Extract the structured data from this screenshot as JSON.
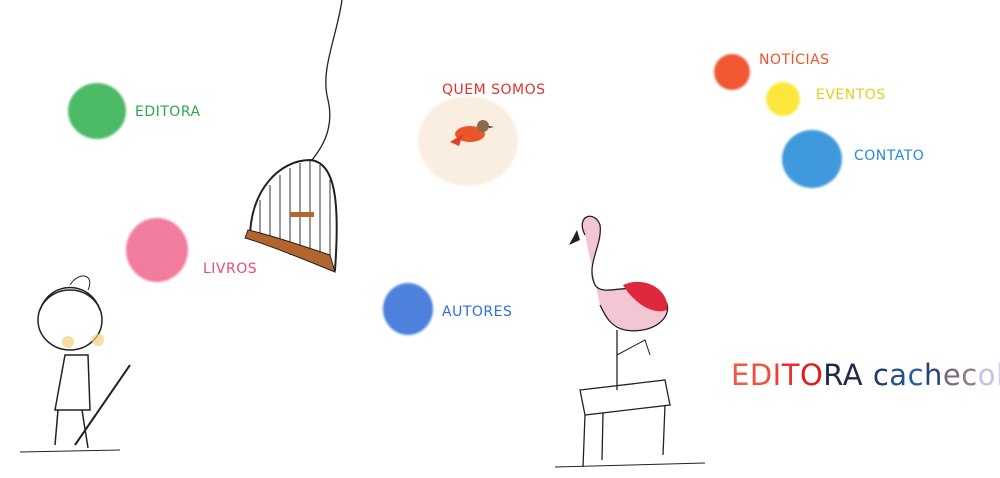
{
  "nav": {
    "editora": {
      "label": "EDITORA",
      "color": "#2aa84a"
    },
    "livros": {
      "label": "LIVROS",
      "color": "#e94a7a"
    },
    "quem_somos": {
      "label": "QUEM SOMOS",
      "color": "#e4312b"
    },
    "autores": {
      "label": "AUTORES",
      "color": "#2e6fd9"
    },
    "noticias": {
      "label": "NOTÍCIAS",
      "color": "#f0532a"
    },
    "eventos": {
      "label": "EVENTOS",
      "color": "#e6cf1d"
    },
    "contato": {
      "label": "CONTATO",
      "color": "#2a8ad8"
    }
  },
  "logo": {
    "text": "EDITORA cachecol",
    "letter_colors": [
      "#f05a4a",
      "#f0503e",
      "#ee3e3a",
      "#e8302c",
      "#e21b1b",
      "#1e2a48",
      "#1e2a48",
      "#fff",
      "#1d3a6a",
      "#244f8a",
      "#2a5aa0",
      "#24447a",
      "#7a6a78",
      "#8e7a88",
      "#c9bfe6",
      "#d6ccf0"
    ]
  }
}
